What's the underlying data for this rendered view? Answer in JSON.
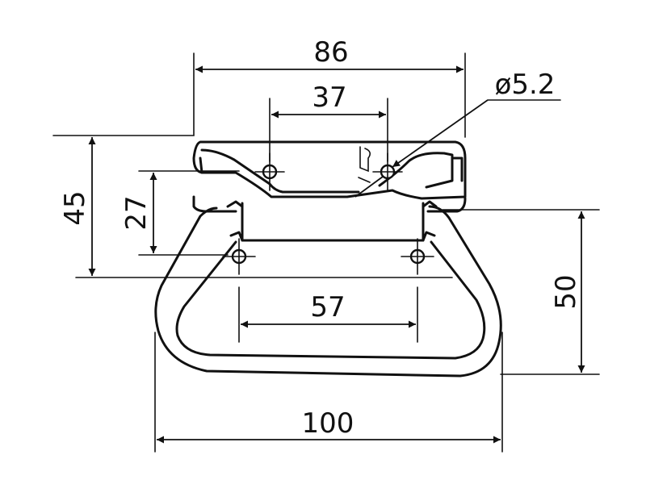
{
  "dimensions": {
    "width_outer": "86",
    "hole_spacing_top": "37",
    "hole_diameter": "ø5.2",
    "height_total": "45",
    "height_mount": "27",
    "handle_projection": "50",
    "hole_spacing_bottom": "57",
    "width_overall": "100"
  }
}
